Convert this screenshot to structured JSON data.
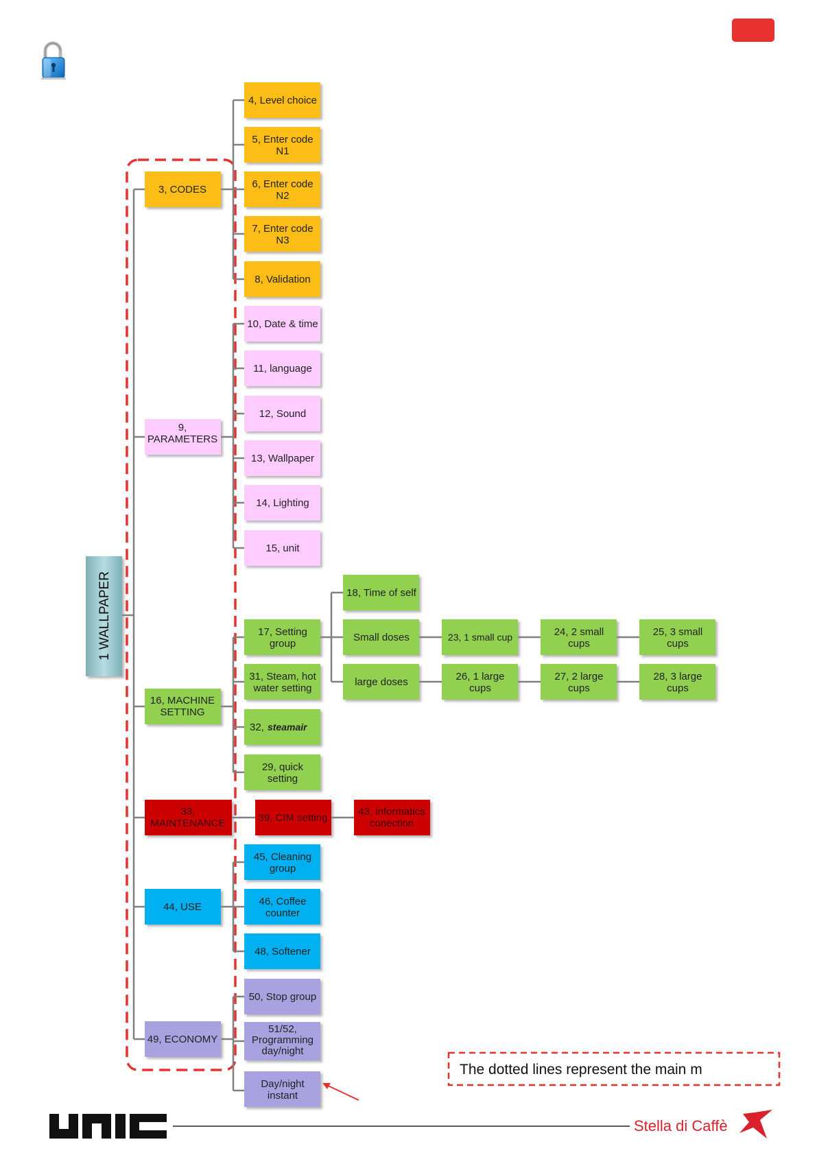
{
  "header": {
    "red_tab_color": "#e8312f",
    "lock_icon": "padlock-icon"
  },
  "root": {
    "label": "1  WALLPAPER",
    "color": "#9fc9cf"
  },
  "groups": [
    {
      "id": "codes",
      "label": "3, CODES",
      "color": "#fbbd12",
      "children": [
        "4, Level choice",
        "5, Enter code N1",
        "6, Enter code N2",
        "7, Enter code N3",
        "8, Validation"
      ]
    },
    {
      "id": "parameters",
      "label": "9, PARAMETERS",
      "color": "#ffccff",
      "children": [
        "10, Date  & time",
        "11, language",
        "12, Sound",
        "13, Wallpaper",
        "14, Lighting",
        "15, unit"
      ]
    },
    {
      "id": "machine-setting",
      "label": "16, MACHINE SETTING",
      "color": "#92d050",
      "children": [
        "17, Setting group",
        "31, Steam, hot water setting",
        "32, steamair",
        "29, quick setting"
      ]
    },
    {
      "id": "maintenance",
      "label": "33, MAINTENANCE",
      "color": "#cc0000",
      "children": [
        "39, CIM setting"
      ]
    },
    {
      "id": "use",
      "label": "44, USE",
      "color": "#00b0f0",
      "children": [
        "45, Cleaning group",
        "46, Coffee counter",
        "48, Softener"
      ]
    },
    {
      "id": "economy",
      "label": "49, ECONOMY",
      "color": "#a9a2e0",
      "children": [
        "50, Stop group",
        "51/52, Programming day/night",
        "Day/night instant"
      ]
    }
  ],
  "setting_group_tree": {
    "time_of_self": "18, Time of self",
    "small_doses": "Small doses",
    "large_doses": "large doses",
    "small_chain": [
      "23,  1 small  cup",
      "24, 2 small cups",
      "25,  3 small cups"
    ],
    "large_chain": [
      "26,  1 large cups",
      "27,  2 large cups",
      "28,  3 large cups"
    ]
  },
  "maintenance_tree": {
    "informatics": "43,  informatics conection"
  },
  "note": {
    "text": "The dotted lines represent the main m",
    "dash_color": "#e8312f"
  },
  "footer": {
    "left_logo": "UNIC",
    "right_logo": "Stella di Caffè",
    "star_icon": "red-star-icon"
  }
}
